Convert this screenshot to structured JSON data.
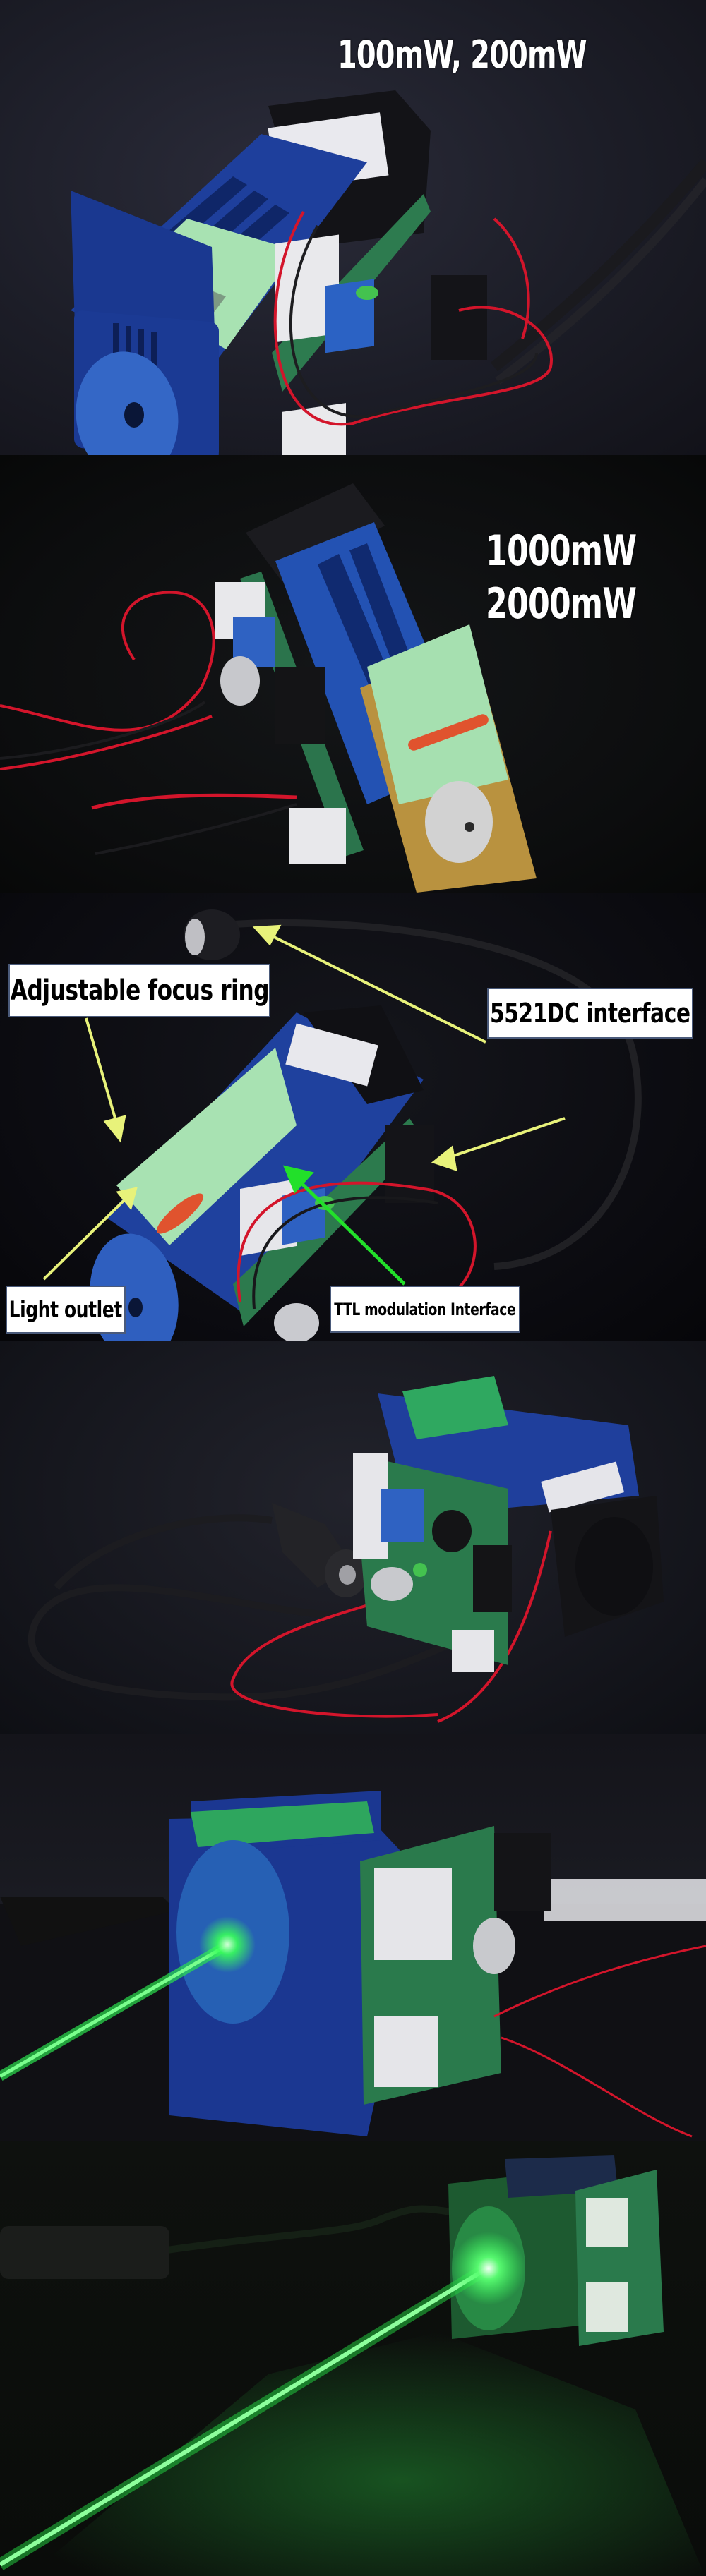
{
  "panels": [
    {
      "id": "p1",
      "subject": "blue laser module with driver board, lens front view",
      "overlay": [
        "100mW, 200mW"
      ]
    },
    {
      "id": "p2",
      "subject": "blue laser module with brass head and driver board",
      "overlay": [
        "1000mW",
        "2000mW"
      ]
    },
    {
      "id": "p3",
      "subject": "annotated laser module",
      "callouts": [
        {
          "id": "focus-ring",
          "label": "Adjustable focus ring"
        },
        {
          "id": "dc-interface",
          "label": "5521DC interface"
        },
        {
          "id": "light-outlet",
          "label": "Light outlet"
        },
        {
          "id": "ttl-interface",
          "label": "TTL modulation Interface"
        }
      ]
    },
    {
      "id": "p4",
      "subject": "laser module rear view with fan and DC cable"
    },
    {
      "id": "p5",
      "subject": "laser module emitting green beam, front view"
    },
    {
      "id": "p6",
      "subject": "green laser beam across dark surface"
    }
  ],
  "colors": {
    "module_blue": "#1d3f9a",
    "ring_blue": "#2f62c0",
    "label_green": "#a9e3b4",
    "pcb_green": "#2c7a4e",
    "wire_red": "#d3152b",
    "arrow_yellow": "#e8f27a",
    "arrow_green": "#22e02a",
    "laser_green": "#38ff5a",
    "brass": "#b8923e"
  }
}
